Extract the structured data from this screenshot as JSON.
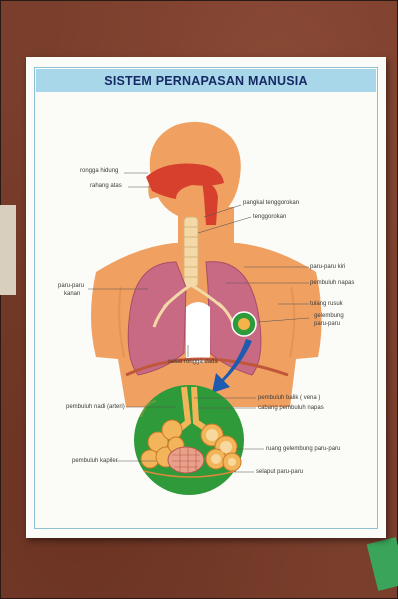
{
  "poster": {
    "title": "SISTEM PERNAPASAN MANUSIA"
  },
  "labels": {
    "rongga_hidung": "rongga hidung",
    "rahang_atas": "rahang atas",
    "pangkal_tenggorokan": "pangkal tenggorokan",
    "tenggorokan": "tenggorokan",
    "paru_paru_kiri": "paru-paru kiri",
    "paru_paru_kanan_1": "paru-paru",
    "paru_paru_kanan_2": "kanan",
    "pembuluh_napas": "pembuluh napas",
    "tulang_rusuk": "tulang rusuk",
    "gelembung_paru_1": "gelembung",
    "gelembung_paru_2": "paru-paru",
    "sekat_rongga_dada": "sekat rongga dada",
    "pembuluh_balik": "pembuluh balik ( vena )",
    "pembuluh_nadi": "pembuluh nadi (arteri)",
    "cabang_pembuluh_napas": "cabang pembuluh napas",
    "ruang_gelembung": "ruang gelembung paru-paru",
    "pembuluh_kapiler": "pembuluh kapiler",
    "selaput_paru": "selaput paru-paru"
  },
  "colors": {
    "skin": "#f0a060",
    "skin_light": "#f7c48a",
    "nasal": "#d8402e",
    "lung": "#c96a85",
    "trachea": "#f3d9a8",
    "detail_circle": "#2f9a3a",
    "arrow": "#1d5bb0",
    "title_bg": "#a8d7ea",
    "title_text": "#182a66"
  }
}
